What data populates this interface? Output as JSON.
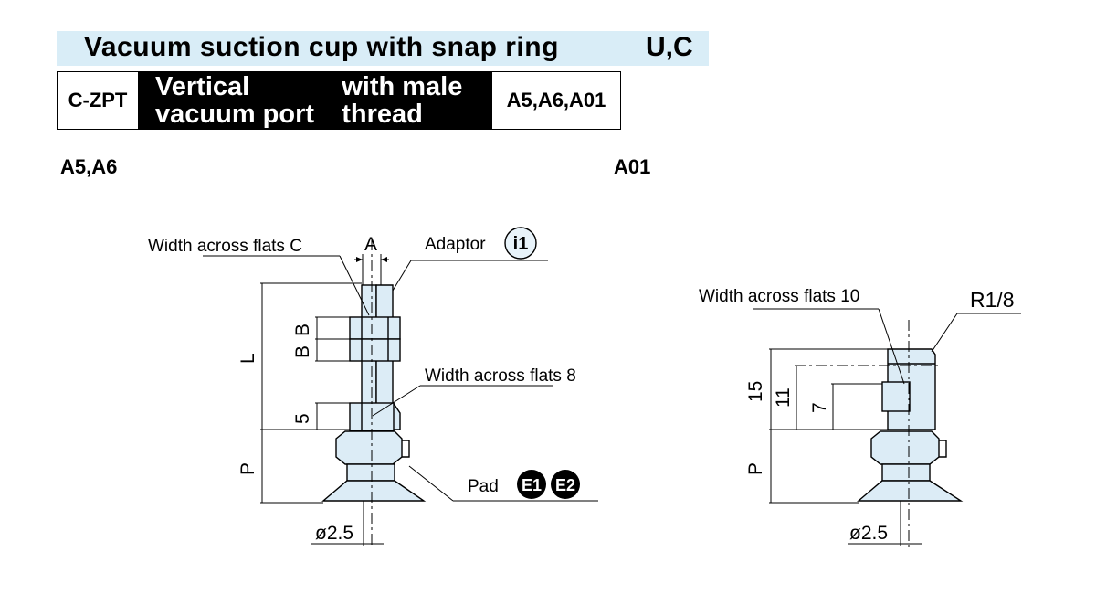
{
  "header": {
    "title": "Vacuum suction cup with snap ring",
    "series": "U,C",
    "model": "C-ZPT",
    "description_line1": "Vertical vacuum port",
    "description_line2": "with male thread",
    "variants": "A5,A6,A01"
  },
  "left_drawing": {
    "heading": "A5,A6",
    "width_across_flats_c": "Width across flats C",
    "dim_a": "A",
    "adaptor": "Adaptor",
    "adaptor_badge": "i1",
    "dim_l": "L",
    "dim_b1": "B",
    "dim_b2": "B",
    "dim_5": "5",
    "width_across_flats_8": "Width across flats 8",
    "dim_p": "P",
    "pad": "Pad",
    "pad_badge1": "E1",
    "pad_badge2": "E2",
    "diameter": "ø2.5"
  },
  "right_drawing": {
    "heading": "A01",
    "width_across_flats_10": "Width across flats 10",
    "thread": "R1/8",
    "dim_15": "15",
    "dim_11": "11",
    "dim_7": "7",
    "dim_p": "P",
    "diameter": "ø2.5"
  },
  "colors": {
    "header_band": "#d9edf7",
    "part_fill": "#dcecf6",
    "line": "#000000"
  }
}
